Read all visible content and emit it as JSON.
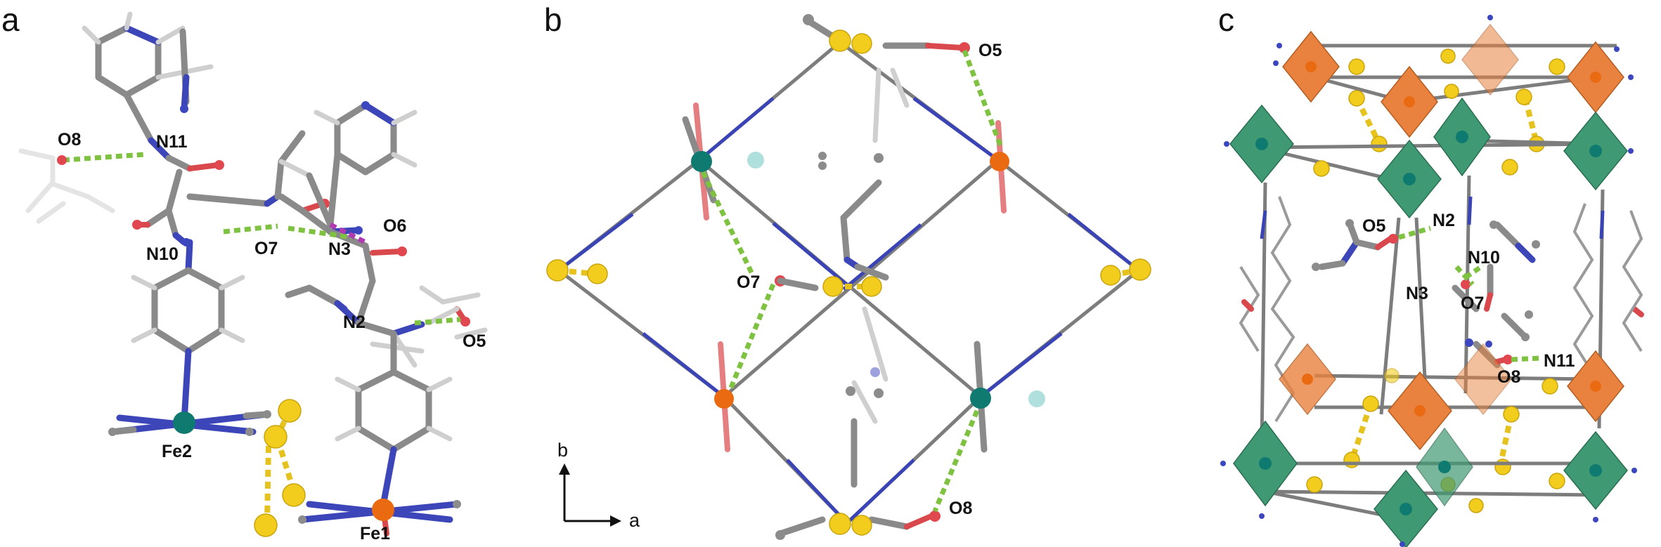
{
  "panels": [
    {
      "letter": "a",
      "labels": {
        "o8": "O8",
        "n11": "N11",
        "n10": "N10",
        "o7": "O7",
        "n3": "N3",
        "o6": "O6",
        "n2": "N2",
        "o5": "O5",
        "fe2": "Fe2",
        "fe1": "Fe1"
      }
    },
    {
      "letter": "b",
      "labels": {
        "o5": "O5",
        "o7": "O7",
        "o8": "O8"
      },
      "axes": {
        "vertical": "b",
        "horizontal": "a"
      }
    },
    {
      "letter": "c",
      "labels": {
        "o5": "O5",
        "n2": "N2",
        "n10": "N10",
        "n3": "N3",
        "o7": "O7",
        "n11": "N11",
        "o8": "O8"
      }
    }
  ],
  "colors": {
    "carbon": "#8c8c8c",
    "nitrogen": "#3c46bf",
    "oxygen": "#e0474e",
    "sulfur": "#f2cd1d",
    "iron_orange": "#ea6a12",
    "iron_teal": "#0f7a70",
    "hydrogen_bond": "#7fc241",
    "chalcogen_contact": "#b03ab0"
  }
}
